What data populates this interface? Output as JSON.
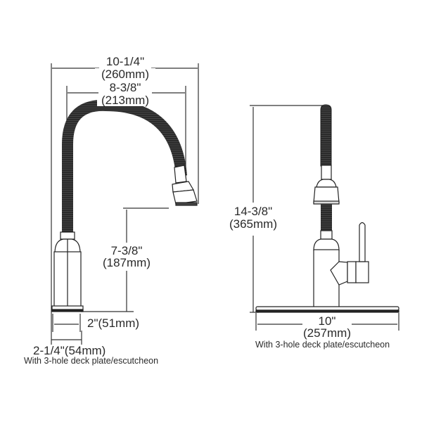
{
  "left_view": {
    "overall_width": {
      "imperial": "10-1/4\"",
      "metric": "(260mm)"
    },
    "spout_reach": {
      "imperial": "8-3/8\"",
      "metric": "(213mm)"
    },
    "spout_height": {
      "imperial": "7-3/8\"",
      "metric": "(187mm)"
    },
    "base_height": {
      "text": "2\"(51mm)"
    },
    "base_diameter": {
      "text": "2-1/4\"(54mm)"
    },
    "note": "With 3-hole deck plate/escutcheon"
  },
  "right_view": {
    "overall_height": {
      "imperial": "14-3/8\"",
      "metric": "(365mm)"
    },
    "deck_plate_width": {
      "imperial": "10\"",
      "metric": "(257mm)"
    },
    "note": "With 3-hole deck plate/escutcheon"
  },
  "colors": {
    "line": "#333333",
    "hose": "#2b2b2b",
    "background": "#ffffff"
  }
}
